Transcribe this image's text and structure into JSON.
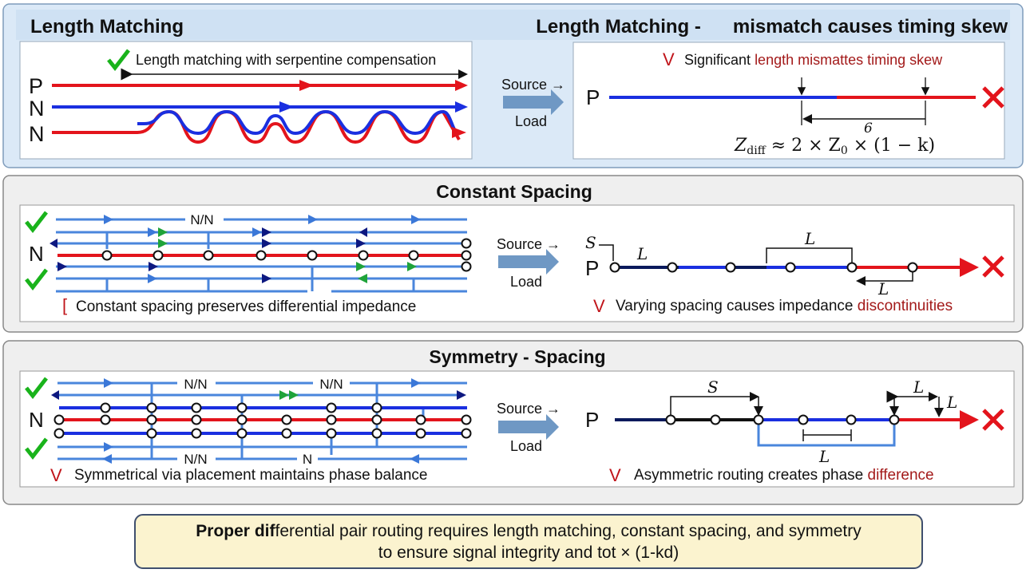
{
  "colors": {
    "p_trace": "#e3141c",
    "n_trace": "#1a2fe0",
    "light_trace": "#4a86dc",
    "check": "#19b31b",
    "cross": "#e3141c",
    "footer_bg": "#fbf3cf"
  },
  "panel1": {
    "title": "Length Matching",
    "right_title": "Length Matching -      mismatch causes timing skew",
    "good_caption": "Length matching with serpentine compensation",
    "labels": [
      "P",
      "N",
      "N"
    ],
    "source": "Source →",
    "load": "Load",
    "bad_mark": "V",
    "bad_caption_plain": "Significant ",
    "bad_caption_red": "length mismattes timing skew",
    "bad_trace_label": "P",
    "dimension_label": "6",
    "formula": {
      "z": "Z",
      "diff": "diff",
      "mid": " ≈ 2 × Z",
      "sub0": "0",
      "tail": " × (1 − k)"
    }
  },
  "panel2": {
    "title": "Constant Spacing",
    "net_label": "N",
    "top_label": "N/N",
    "good_mark": "[",
    "good_caption": "Constant spacing preserves differential impedance",
    "source": "Source →",
    "load": "Load",
    "s_label": "S",
    "p_label": "P",
    "l_labels": [
      "L",
      "L",
      "L"
    ],
    "bad_mark": "V",
    "bad_caption_plain": "Varying spacing causes impedance ",
    "bad_caption_red": "discontinuities"
  },
  "panel3": {
    "title": "Symmetry - Spacing",
    "net_label": "N",
    "top_labels": [
      "N/N",
      "N/N"
    ],
    "bottom_labels": [
      "N/N",
      "N"
    ],
    "good_mark": "V",
    "good_caption": "Symmetrical via placement maintains phase balance",
    "source": "Source →",
    "load": "Load",
    "p_label": "P",
    "s_label": "S",
    "l_labels": [
      "L",
      "L",
      "L"
    ],
    "bad_mark": "V",
    "bad_caption_plain": "Asymmetric routing creates phase ",
    "bad_caption_red": "difference"
  },
  "footer": {
    "bold": "Proper dif",
    "line1_rest": "ferential pair routing requires length matching, constant spacing, and symmetry",
    "line2": "to ensure signal integrity and tot × (1-kd)"
  }
}
